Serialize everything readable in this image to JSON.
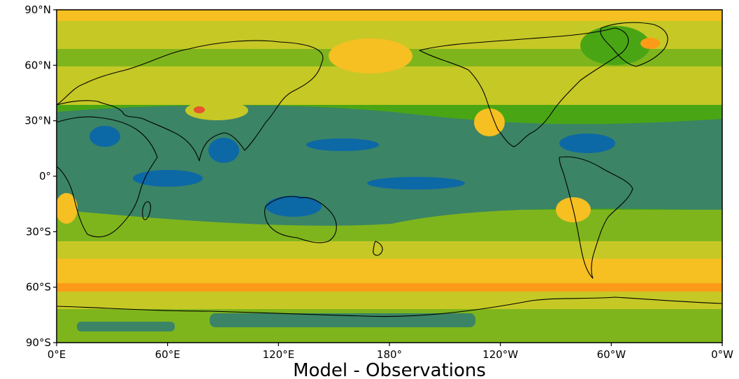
{
  "title": "Model - Observations",
  "top_fragment": "",
  "lat_ticks": [
    {
      "value": 90,
      "label": "90°N"
    },
    {
      "value": 60,
      "label": "60°N"
    },
    {
      "value": 30,
      "label": "30°N"
    },
    {
      "value": 0,
      "label": "0°"
    },
    {
      "value": -30,
      "label": "30°S"
    },
    {
      "value": -60,
      "label": "60°S"
    },
    {
      "value": -90,
      "label": "90°S"
    }
  ],
  "lon_ticks": [
    {
      "value": 0,
      "label": "0°E"
    },
    {
      "value": 60,
      "label": "60°E"
    },
    {
      "value": 120,
      "label": "120°E"
    },
    {
      "value": 180,
      "label": "180°"
    },
    {
      "value": 240,
      "label": "120°W"
    },
    {
      "value": 300,
      "label": "60°W"
    },
    {
      "value": 360,
      "label": "0°W"
    }
  ],
  "colors": {
    "level_teal": "#3b8466",
    "level_blue": "#0d68a6",
    "level_darkgreen": "#4aa514",
    "level_green": "#7fb51c",
    "level_yellowgreen": "#c6c826",
    "level_yellow": "#f6bf22",
    "level_orange": "#fd9a18",
    "level_red": "#e8542b",
    "coastline": "#000000"
  }
}
